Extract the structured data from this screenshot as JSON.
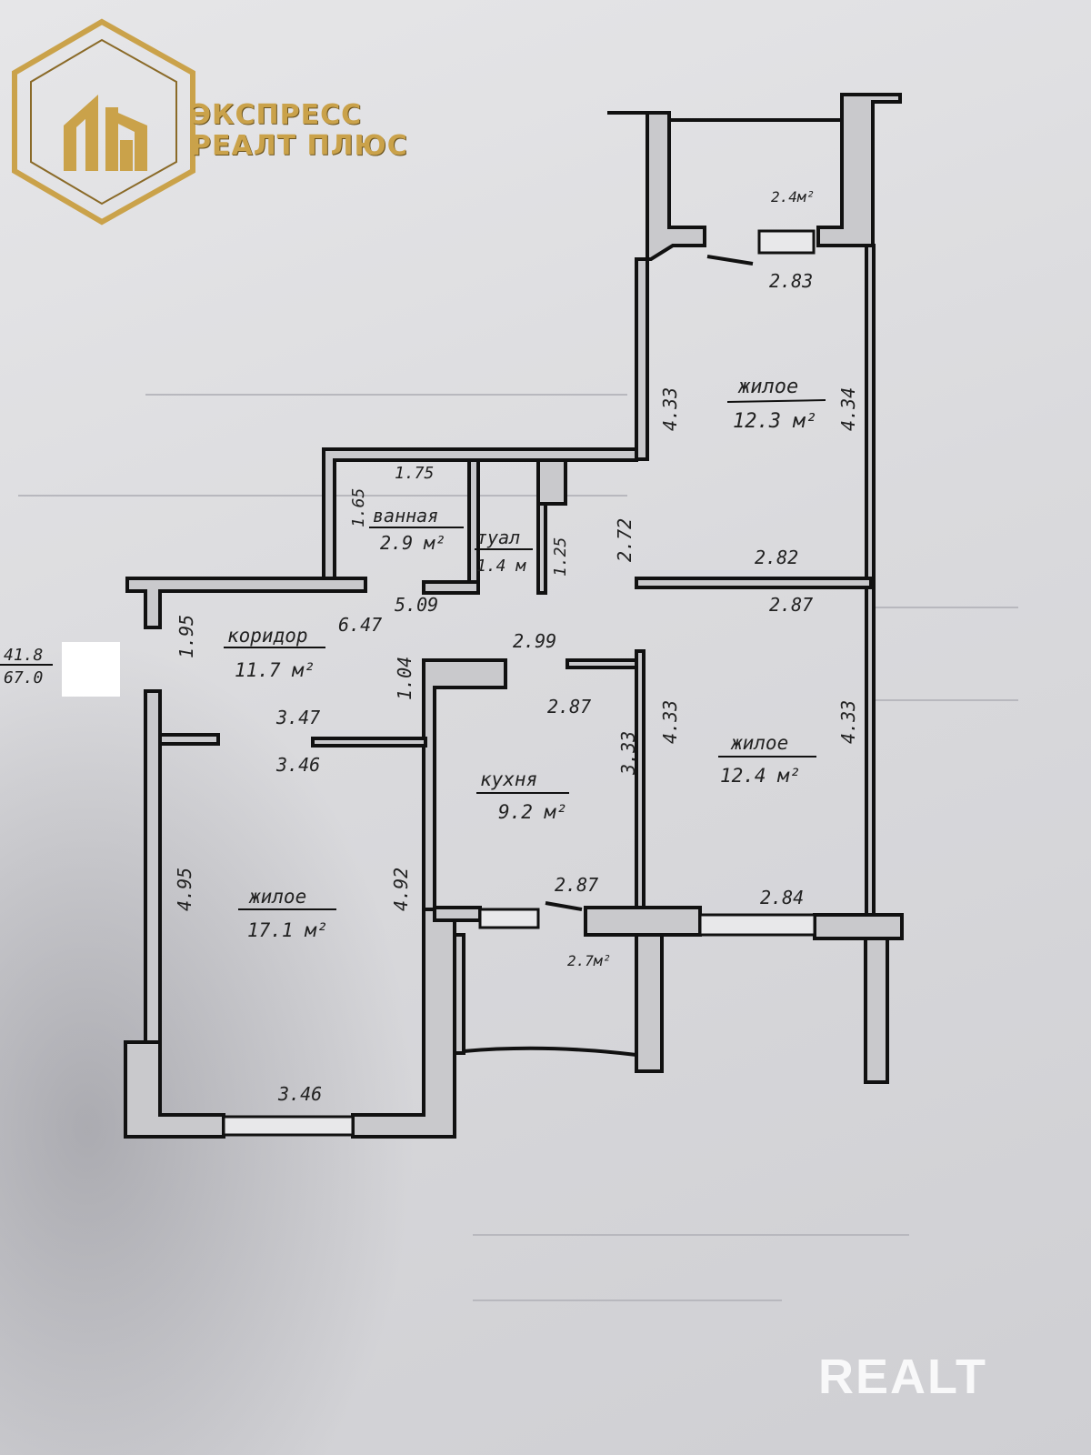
{
  "logo": {
    "line1": "ЭКСПРЕСС",
    "line2": "РЕАЛТ ПЛЮС",
    "color": "#caa24a"
  },
  "watermark": "REALT",
  "area_note": {
    "top": "41.8",
    "bottom": "67.0"
  },
  "rooms": {
    "balcony_top": {
      "area": "2.4м²"
    },
    "bedroom_top": {
      "name": "жилое",
      "area": "12.3 м²"
    },
    "bath": {
      "name": "ванная",
      "area": "2.9 м²"
    },
    "toilet": {
      "name": "туал",
      "area": "1.4 м"
    },
    "corridor": {
      "name": "коридор",
      "area": "11.7 м²"
    },
    "kitchen": {
      "name": "кухня",
      "area": "9.2 м²"
    },
    "bedroom_mid": {
      "name": "жилое",
      "area": "12.4 м²"
    },
    "living": {
      "name": "жилое",
      "area": "17.1 м²"
    },
    "balcony_bottom": {
      "area": "2.7м²"
    }
  },
  "dims": {
    "d283": "2.83",
    "d433a": "4.33",
    "d434": "4.34",
    "d175": "1.75",
    "d165": "1.65",
    "d272": "2.72",
    "d125": "1.25",
    "d282": "2.82",
    "d287a": "2.87",
    "d509": "5.09",
    "d647": "6.47",
    "d195": "1.95",
    "d299": "2.99",
    "d104": "1.04",
    "d347": "3.47",
    "d287b": "2.87",
    "d333": "3.33",
    "d433b": "4.33",
    "d433c": "4.33",
    "d346a": "3.46",
    "d495": "4.95",
    "d492": "4.92",
    "d287c": "2.87",
    "d284": "2.84",
    "d346b": "3.46"
  }
}
